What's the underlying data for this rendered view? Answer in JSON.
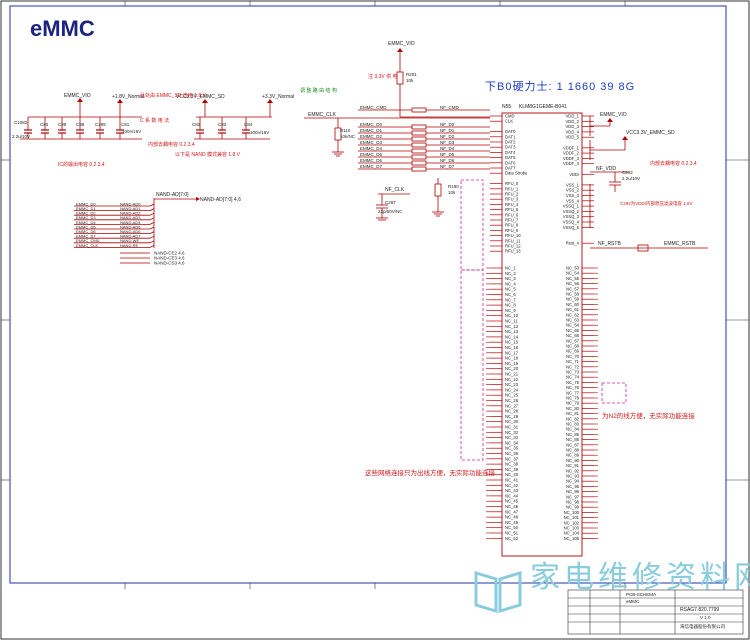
{
  "page_title": "eMMC",
  "header_note": "下B0硬力士:  1  1660 39    8G",
  "ic_partno": "KLM8G1GEME-B041",
  "ic_refdes": "N55",
  "ic_left_top": [
    "CMD",
    "CLK",
    "",
    "DAT0",
    "DAT1",
    "DAT2",
    "DAT3",
    "DAT4",
    "DAT5",
    "DAT6",
    "DAT7",
    "Data Strobe",
    "",
    "RFU_0",
    "RFU_1",
    "RFU_2",
    "RFU_3",
    "RFU_4",
    "RFU_5",
    "RFU_6",
    "RFU_7",
    "RFU_8",
    "RFU_9",
    "RFU_10",
    "RFU_11",
    "RFU_12",
    "RFU_13"
  ],
  "ic_right_top": [
    "VDD_1",
    "VDD_2",
    "VDD_3",
    "VDD_4",
    "VDD_5",
    "",
    "VDDF_1",
    "VDDF_2",
    "VDDF_3",
    "VDDF_4",
    "",
    "VDDi",
    "",
    "VSS_1",
    "VSS_2",
    "VSS_3",
    "VSS_4",
    "VSSQ_1",
    "VSSQ_2",
    "VSSQ_3",
    "VSSQ_4",
    "VSSQ_5",
    "",
    "",
    "Rest_n"
  ],
  "nc_left": [
    "NC_1",
    "NC_2",
    "NC_3",
    "NC_4",
    "NC_5",
    "NC_6",
    "NC_7",
    "NC_8",
    "NC_9",
    "NC_10",
    "NC_11",
    "NC_12",
    "NC_13",
    "NC_14",
    "NC_15",
    "NC_16",
    "NC_17",
    "NC_18",
    "NC_19",
    "NC_20",
    "NC_21",
    "NC_22",
    "NC_23",
    "NC_24",
    "NC_25",
    "NC_26",
    "NC_27",
    "NC_28",
    "NC_29",
    "NC_30",
    "NC_31",
    "NC_32",
    "NC_33",
    "NC_34",
    "NC_35",
    "NC_36",
    "NC_37",
    "NC_38",
    "NC_39",
    "NC_40",
    "NC_41",
    "NC_42",
    "NC_43",
    "NC_44",
    "NC_45",
    "NC_46",
    "NC_47",
    "NC_48",
    "NC_49",
    "NC_50",
    "NC_51",
    "NC_52"
  ],
  "nc_right": [
    "NC_53",
    "NC_54",
    "NC_55",
    "NC_56",
    "NC_57",
    "NC_58",
    "NC_59",
    "NC_60",
    "NC_61",
    "NC_62",
    "NC_63",
    "NC_64",
    "NC_65",
    "NC_66",
    "NC_67",
    "NC_68",
    "NC_69",
    "NC_70",
    "NC_71",
    "NC_72",
    "NC_73",
    "NC_74",
    "NC_75",
    "NC_76",
    "NC_77",
    "NC_78",
    "NC_79",
    "NC_80",
    "NC_81",
    "NC_82",
    "NC_83",
    "NC_84",
    "NC_85",
    "NC_86",
    "NC_87",
    "NC_88",
    "NC_89",
    "NC_90",
    "NC_91",
    "NC_92",
    "NC_93",
    "NC_94",
    "NC_95",
    "NC_96",
    "NC_97",
    "NC_98",
    "NC_99",
    "NC_100",
    "NC_101",
    "NC_102",
    "NC_103",
    "NC_104",
    "NC_105"
  ],
  "emmc_nets": [
    "EMMC_CMD",
    "EMMC_D0",
    "EMMC_D1",
    "EMMC_D2",
    "EMMC_D3",
    "EMMC_D4",
    "EMMC_D5",
    "EMMC_D6",
    "EMMC_D7"
  ],
  "nf_nets": [
    "NF_CMD",
    "NF_D0",
    "NF_D1",
    "NF_D2",
    "NF_D3",
    "NF_D4",
    "NF_D5",
    "NF_D6",
    "NF_D7"
  ],
  "nand_left": [
    "EMMC_D0",
    "EMMC_D1",
    "EMMC_D2",
    "EMMC_D3",
    "EMMC_D4",
    "EMMC_D5",
    "EMMC_D6",
    "EMMC_D7",
    "EMMC_CMD",
    "EMMC_CLK"
  ],
  "nand_right": [
    "NAND-AD0",
    "NAND-AD1",
    "NAND-AD2",
    "NAND-AD3",
    "NAND-AD4",
    "NAND-AD5",
    "NAND-AD6",
    "NAND-AD7",
    "NAND-WE",
    "NAND-RE"
  ],
  "nand_bus_label": "NAND-AD[7:0]",
  "nand_bus_ref": "NAND-AD[7:0]  4,6",
  "nand_extra": [
    "NAND-CE2  4,6",
    "NAND-CE3  4,6",
    "NAND-CS3  4,6"
  ],
  "ports": {
    "emmc_vio": "EMMC_VIO",
    "emmc_vio2": "EMMC_VIO",
    "v18": "+1.8V_Normal",
    "vcc33": "VCC3.3V_EMMC_SD",
    "v33": "+3.3V_Normal",
    "vcc33b": "VCC3.3V_EMMC_SD",
    "emmc_clk": "EMMC_CLK",
    "nf_clk": "NF_CLK",
    "emmc_rstb": "EMMC_RSTB",
    "nf_rstb": "NF_RSTB",
    "nf_vdd": "NF_VDD"
  },
  "parts": {
    "r201": "R201",
    "r201_val": "10k",
    "r110": "R110",
    "r110_val": "10k/NC",
    "r180": "R180",
    "r180_val": "10k",
    "c297": "C297",
    "c297_val": "22p/50V/NC",
    "c1082": "C1082",
    "c1082_val": "2.2u/10V",
    "c80": "C80",
    "c89": "C89",
    "c88": "C88",
    "c295": "C295",
    "c81": "C81",
    "c81_val": "100n/16V",
    "c82": "C82",
    "c83": "C83",
    "c84": "C84",
    "c84_val": "100n/16V",
    "c292": "C292",
    "c292_val": "2.2u/10V"
  },
  "notes": {
    "n1": "IC的输出电容 0.2.3.4",
    "n2": "以下是 NAND 模式兼容 1.8 V",
    "n3": "内部去耦电容 0.2.3.4",
    "n4": "为N2的线方便，无实际功能连接",
    "n5": "这些网络连接只为出线方便，无实际功能连接",
    "n6": "C292为VDDI内部稳压滤波电容 1.8V",
    "n7": "此处由 EMMC_SD 选用 1.8 V",
    "n8": "调 整 路 由 结 构",
    "n9": "注 3.3V 供 电",
    "n10": "C 系 数 用 法"
  },
  "title_block": {
    "drawing_no": "RSAG7.820.7799",
    "sheet_name": "eMMC",
    "project": "PCB-SCHEMA",
    "company": "海信电器股份有限公司",
    "version": "V 1.0"
  },
  "watermark": "家电维修资料网"
}
